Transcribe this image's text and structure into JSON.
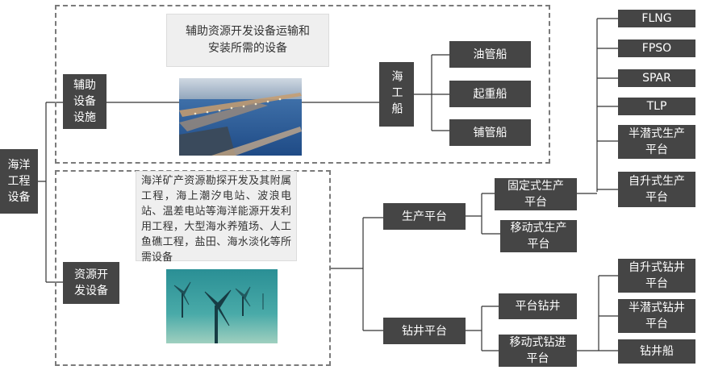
{
  "root": {
    "label": "海洋\n工程\n设备"
  },
  "aux": {
    "label": "辅助\n设备\n设施",
    "note": "辅助资源开发设备运输和\n安装所需的设备",
    "ship_group": {
      "label": "海工船"
    },
    "ships": [
      "油管船",
      "起重船",
      "铺管船"
    ]
  },
  "res": {
    "label": "资源开\n发设备",
    "note": "海洋矿产资源勘探开发及其附属工程，海上潮汐电站、波浪电站、温差电站等海洋能源开发利用工程，大型海水养殖场、人工鱼礁工程，盐田、海水淡化等所需设备",
    "prod": {
      "label": "生产平台",
      "fixed": {
        "label": "固定式生产\n平台",
        "types": [
          "FLNG",
          "FPSO",
          "SPAR",
          "TLP",
          "半潜式生产\n平台",
          "自升式生产\n平台"
        ]
      },
      "mobile": {
        "label": "移动式生产\n平台"
      }
    },
    "drill": {
      "label": "钻井平台",
      "platform_drill": {
        "label": "平台钻井"
      },
      "mobile": {
        "label": "移动式钻进\n平台",
        "types": [
          "自升式钻井\n平台",
          "半潜式钻井\n平台",
          "钻井船"
        ]
      }
    }
  },
  "colors": {
    "box": "#454545",
    "line": "#333333",
    "frame": "#7a7a7a"
  }
}
